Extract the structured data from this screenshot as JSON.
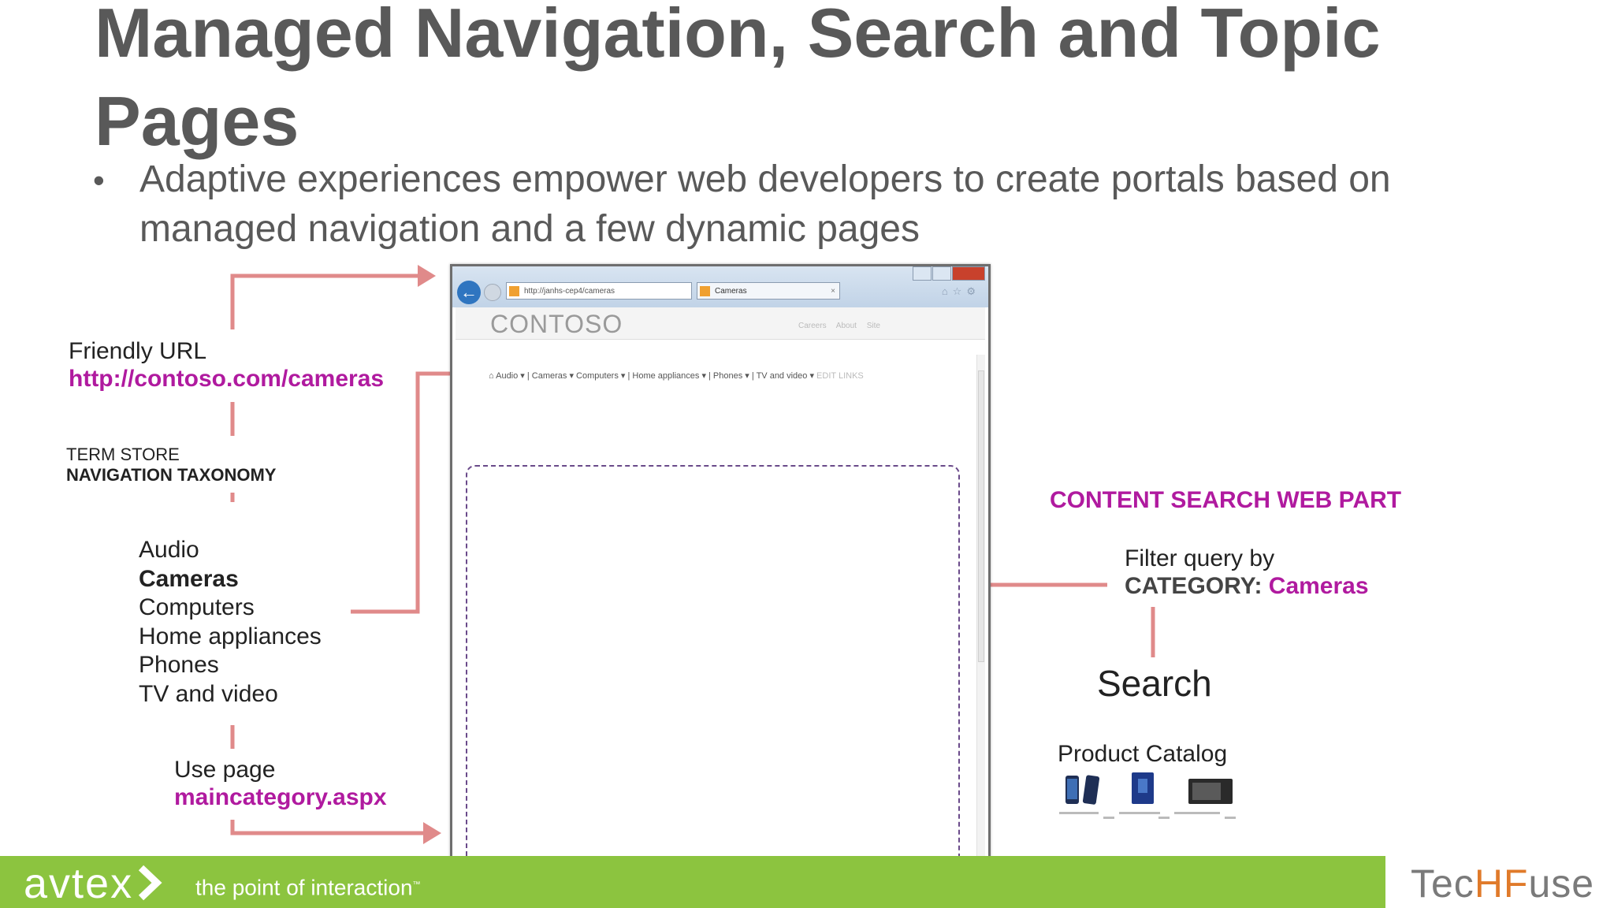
{
  "slide": {
    "title": "Managed Navigation, Search and Topic Pages",
    "bullet": "Adaptive experiences empower web developers to create portals based on managed navigation and a few dynamic pages"
  },
  "left": {
    "friendly_url_label": "Friendly URL",
    "friendly_url_value": "http://contoso.com/cameras",
    "term_store_line1": "TERM STORE",
    "term_store_line2": "NAVIGATION TAXONOMY",
    "nav_items": [
      "Audio",
      "Cameras",
      "Computers",
      "Home appliances",
      "Phones",
      "TV and video"
    ],
    "use_page_label": "Use page",
    "use_page_value": "maincategory.aspx"
  },
  "right": {
    "csw_title": "CONTENT SEARCH WEB PART",
    "filter_line1": "Filter query by",
    "filter_key": "CATEGORY:",
    "filter_value": "Cameras",
    "search_label": "Search",
    "catalog_label": "Product Catalog"
  },
  "browser": {
    "address": "http://janhs-cep4/cameras",
    "tab_label": "Cameras",
    "brand": "CONTOSO",
    "header_links": "Careers About Site",
    "topnav": "Audio ▾ | Cameras ▾ Computers ▾ | Home appliances ▾ | Phones ▾ | TV and video ▾",
    "edit_links": "EDIT LINKS"
  },
  "footer": {
    "avtex_logo": "avtex",
    "tagline": "the point of interaction",
    "techfuse_a": "Tec",
    "techfuse_b": "HF",
    "techfuse_c": "use"
  },
  "colors": {
    "accent_magenta": "#b01a9f",
    "arrow": "#e08a8a",
    "footer_green": "#8cc43f",
    "title_gray": "#595959"
  }
}
